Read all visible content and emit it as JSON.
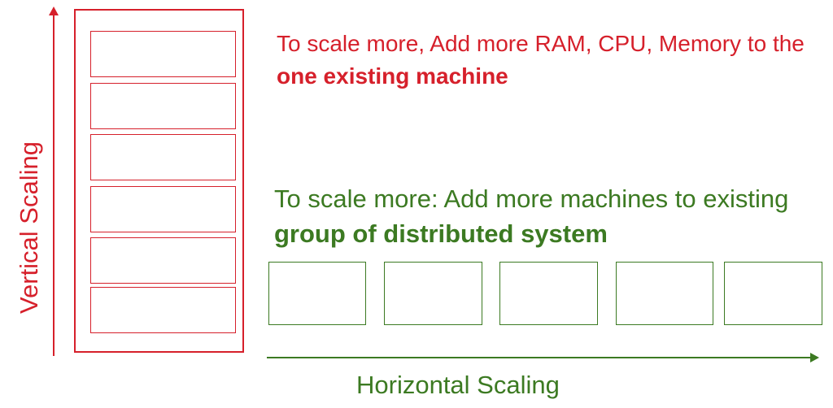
{
  "colors": {
    "vertical": "#d6202b",
    "horizontal": "#3c7a22"
  },
  "vertical": {
    "axis_label": "Vertical Scaling",
    "text_prefix": "To scale more, Add more RAM, CPU, Memory to the",
    "text_bold": "one existing machine"
  },
  "horizontal": {
    "axis_label": "Horizontal Scaling",
    "text_prefix": "To scale more: Add more machines to existing",
    "text_bold": "group of distributed system"
  }
}
